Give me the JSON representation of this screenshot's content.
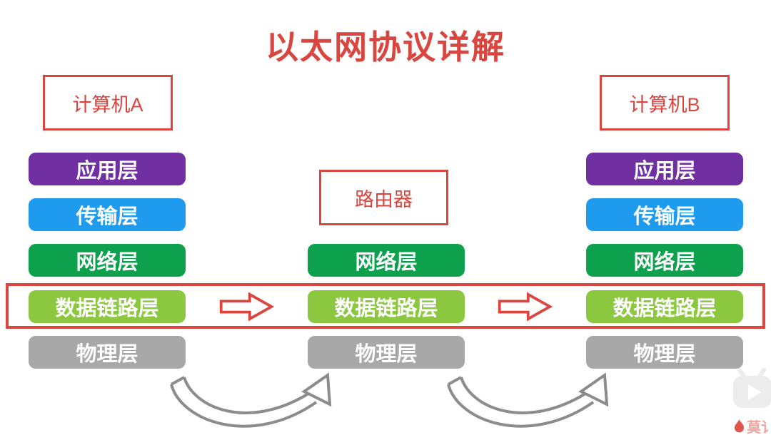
{
  "title": "以太网协议详解",
  "palette": {
    "accent_red": "#D9453F",
    "application_purple": "#7030A2",
    "transport_blue": "#1E9AEF",
    "network_green": "#0DA04D",
    "datalink_green": "#8CC83F",
    "physical_gray": "#A8A8A8",
    "flow_arrow_gray": "#8C8C8C"
  },
  "columns": [
    {
      "header": "计算机A",
      "layers": [
        "应用层",
        "传输层",
        "网络层",
        "数据链路层",
        "物理层"
      ]
    },
    {
      "header": "路由器",
      "layers": [
        "网络层",
        "数据链路层",
        "物理层"
      ]
    },
    {
      "header": "计算机B",
      "layers": [
        "应用层",
        "传输层",
        "网络层",
        "数据链路层",
        "物理层"
      ]
    }
  ],
  "highlighted_row": "数据链路层",
  "watermark": {
    "brand_text": "莫讠"
  }
}
